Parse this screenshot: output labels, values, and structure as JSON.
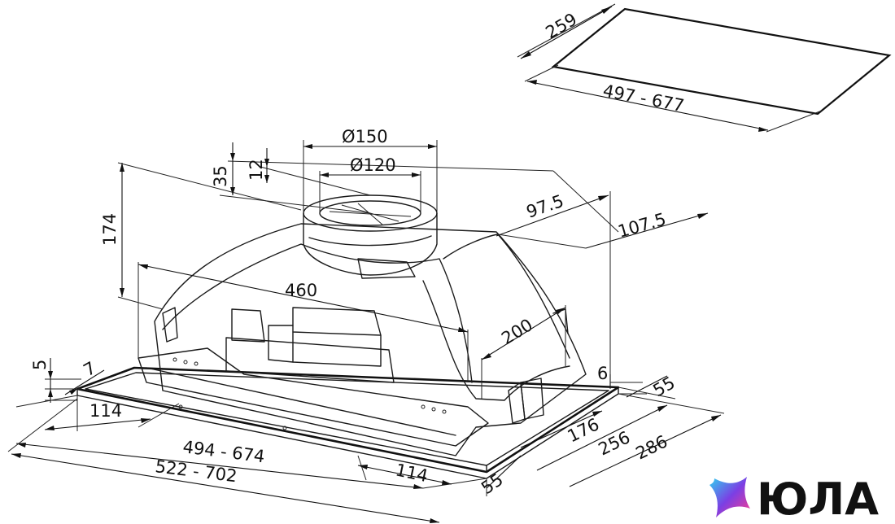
{
  "dimensions": {
    "panel_depth": "259",
    "panel_width": "497 - 677",
    "outlet_outer_diameter": "Ø150",
    "outlet_inner_diameter": "Ø120",
    "collar_height": "35",
    "collar_inner_height": "12",
    "outlet_offset_back": "97.5",
    "outlet_offset_side": "107.5",
    "body_height": "174",
    "body_width": "460",
    "body_depth": "200",
    "frame_lip_height": "5",
    "frame_lip_inset": "7",
    "frame_side_inset_left": "114",
    "frame_width_inner": "494 - 674",
    "frame_width_outer": "522 - 702",
    "frame_side_inset_right": "114",
    "frame_thickness_right": "6",
    "frame_depth_front": "55",
    "frame_depth_back": "55",
    "depth_176": "176",
    "depth_256": "256",
    "depth_286": "286"
  },
  "logo": {
    "text": "ЮЛА",
    "colors": [
      "#7b3fe4",
      "#2fd3f0",
      "#ff3d8b"
    ]
  }
}
